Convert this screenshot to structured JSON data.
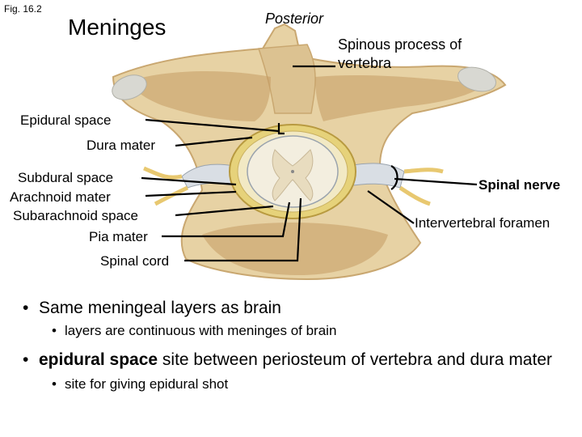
{
  "figure_label": "Fig. 16.2",
  "title": "Meninges",
  "orientation_label": "Posterior",
  "labels": {
    "spinous_process": "Spinous process of vertebra",
    "epidural_space": "Epidural space",
    "dura_mater": "Dura mater",
    "subdural_space": "Subdural space",
    "arachnoid_mater": "Arachnoid mater",
    "subarachnoid_space": "Subarachnoid space",
    "pia_mater": "Pia mater",
    "spinal_cord": "Spinal cord",
    "spinal_nerve": "Spinal nerve",
    "intervertebral_foramen": "Intervertebral foramen"
  },
  "bullets": {
    "b1": "Same meningeal layers as brain",
    "b1_sub": "layers are continuous with meninges of brain",
    "b2_bold": "epidural space",
    "b2_rest": " site between periosteum of vertebra and dura mater",
    "b2_sub": "site for giving epidural shot"
  },
  "colors": {
    "bone": "#e7d2a4",
    "bone_dark": "#c9a770",
    "spongy": "#b98a55",
    "dura": "#e6d27a",
    "cord": "#f3eedf",
    "nerve": "#d9dee4",
    "ligament": "#d6d6d0"
  }
}
